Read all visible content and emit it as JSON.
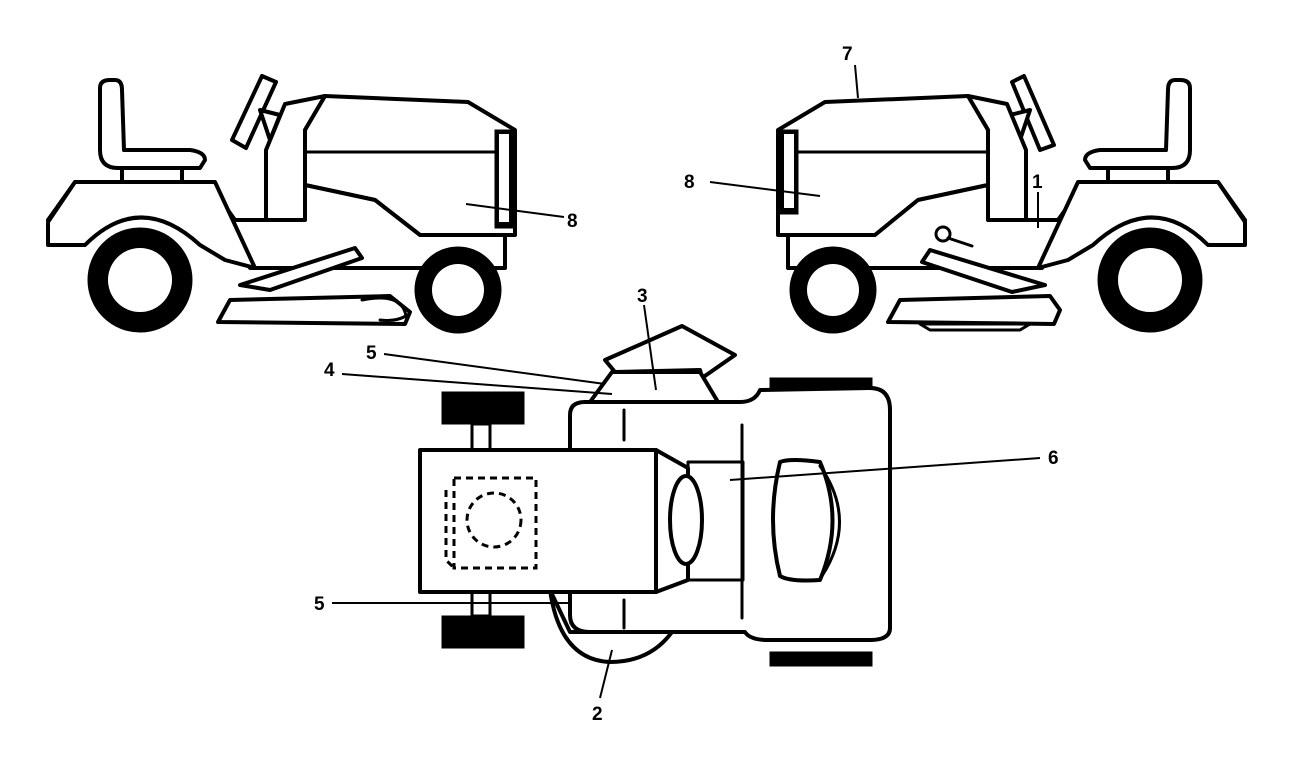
{
  "callouts": [
    {
      "id": "callout-1",
      "text": "1"
    },
    {
      "id": "callout-2",
      "text": "2"
    },
    {
      "id": "callout-3",
      "text": "3"
    },
    {
      "id": "callout-4",
      "text": "4"
    },
    {
      "id": "callout-5-upper",
      "text": "5"
    },
    {
      "id": "callout-5-lower",
      "text": "5"
    },
    {
      "id": "callout-6",
      "text": "6"
    },
    {
      "id": "callout-7",
      "text": "7"
    },
    {
      "id": "callout-8-left",
      "text": "8"
    },
    {
      "id": "callout-8-right",
      "text": "8"
    }
  ]
}
